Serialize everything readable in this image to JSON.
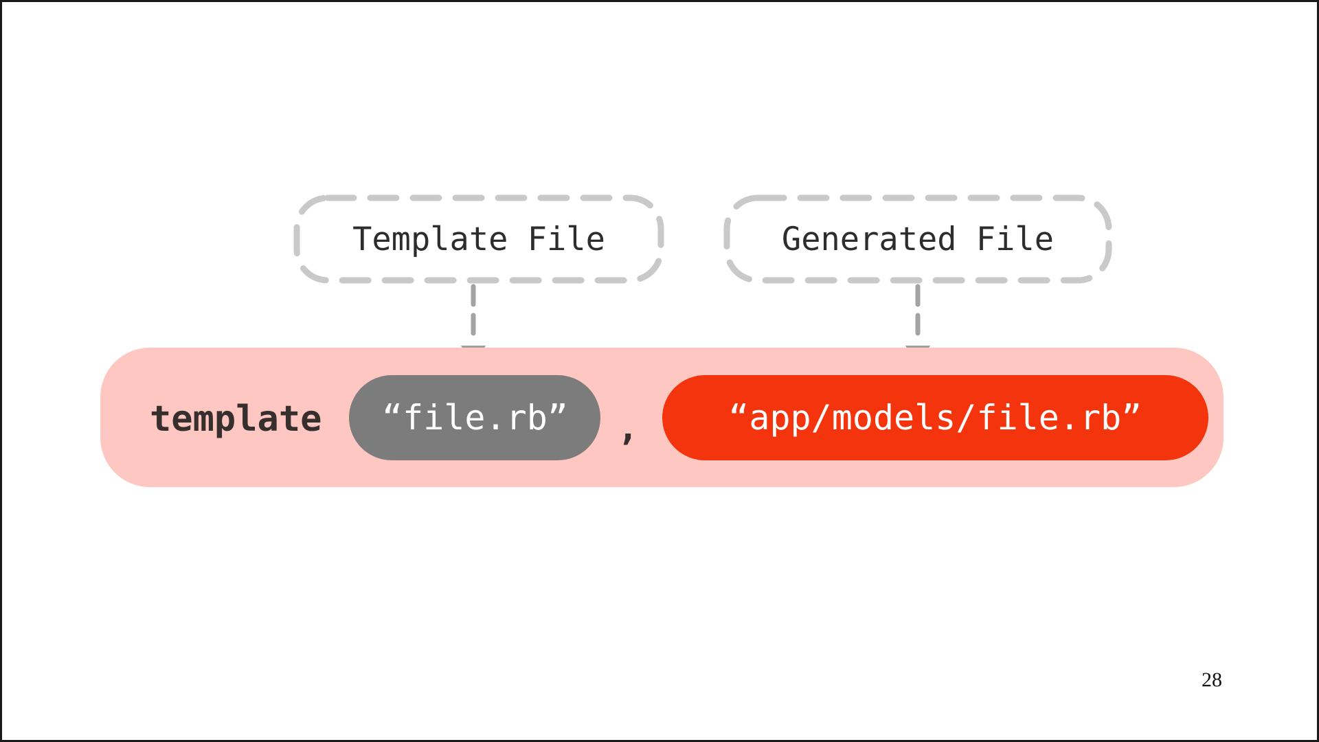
{
  "slide": {
    "page_number": "28",
    "colors": {
      "pink_bar": "#FFC7C1",
      "gray_pill": "#7C7C7C",
      "red_pill": "#F4340C",
      "dashed_border": "#C9C9C9",
      "arrow_gray": "#A3A3A3",
      "label_text": "#2D2D2D",
      "keyword_text": "#362F2D",
      "pill_text": "#FFFFFF",
      "slide_border": "#1A1A1A"
    }
  },
  "diagram": {
    "labels": {
      "template_file": "Template File",
      "generated_file": "Generated File"
    },
    "code": {
      "keyword": "template",
      "arg1": "“file.rb”",
      "comma": ",",
      "arg2": "“app/models/file.rb”"
    }
  }
}
